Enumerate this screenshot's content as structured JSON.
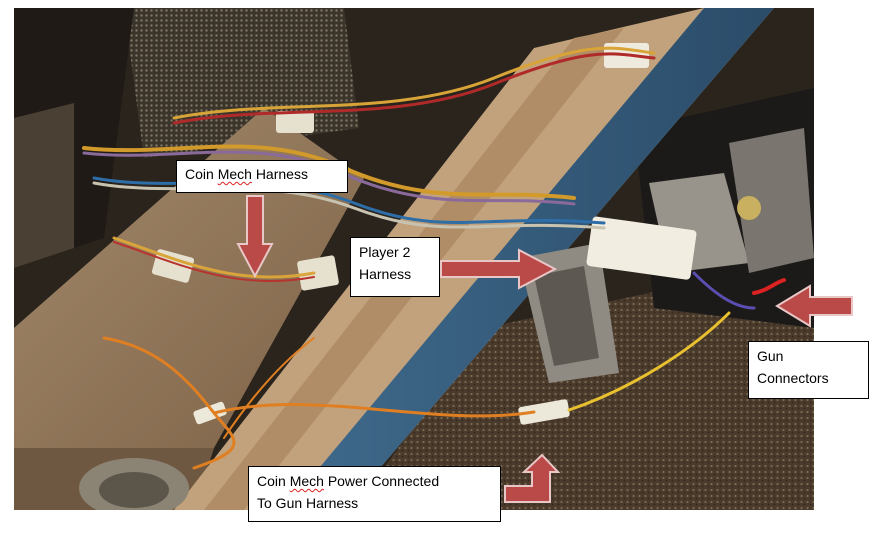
{
  "labels": {
    "coin_mech_harness": {
      "word1": "Coin",
      "word2": "Mech",
      "word3": "Harness"
    },
    "player2_harness": {
      "line1": "Player 2",
      "line2": "Harness"
    },
    "gun_connectors": {
      "line1": "Gun",
      "line2": "Connectors"
    },
    "coin_mech_power": {
      "line1_a": "Coin",
      "line1_b": "Mech",
      "line1_c": "Power Connected",
      "line2": "To Gun Harness"
    }
  },
  "colors": {
    "arrow_fill": "#b94a48",
    "arrow_stroke": "#e8c7c6",
    "label_border": "#000000",
    "spellcheck_underline": "#dd2222"
  },
  "icons": {
    "arrows": [
      "down-arrow-icon",
      "right-arrow-icon",
      "left-arrow-icon",
      "up-right-arrow-icon"
    ]
  }
}
